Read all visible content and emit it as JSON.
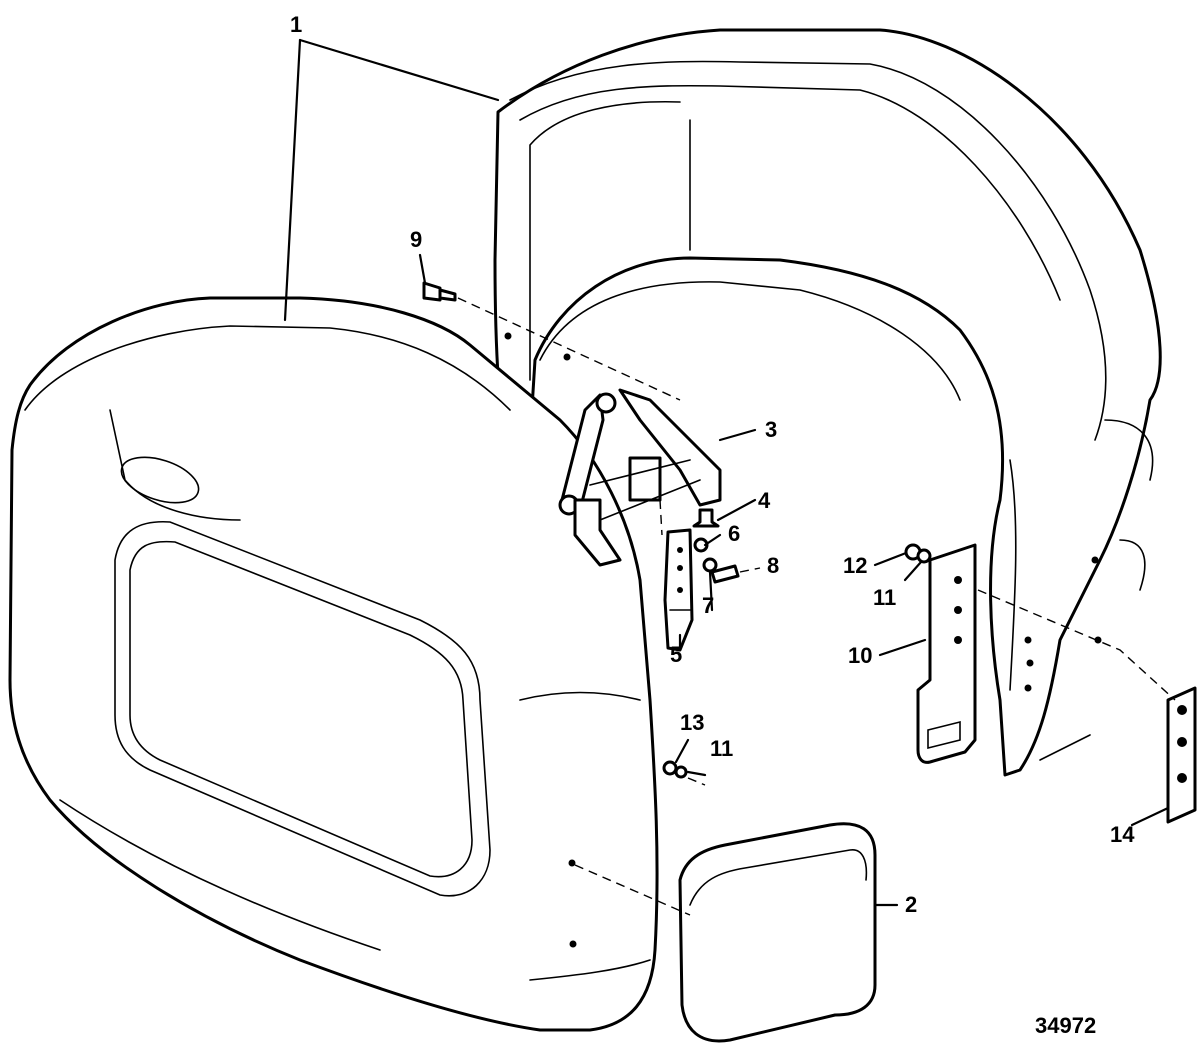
{
  "callouts": {
    "c1": "1",
    "c2": "2",
    "c3": "3",
    "c4": "4",
    "c5": "5",
    "c6": "6",
    "c7": "7",
    "c8": "8",
    "c9": "9",
    "c10": "10",
    "c11a": "11",
    "c11b": "11",
    "c12": "12",
    "c13": "13",
    "c14": "14"
  },
  "figure_number": "34972"
}
